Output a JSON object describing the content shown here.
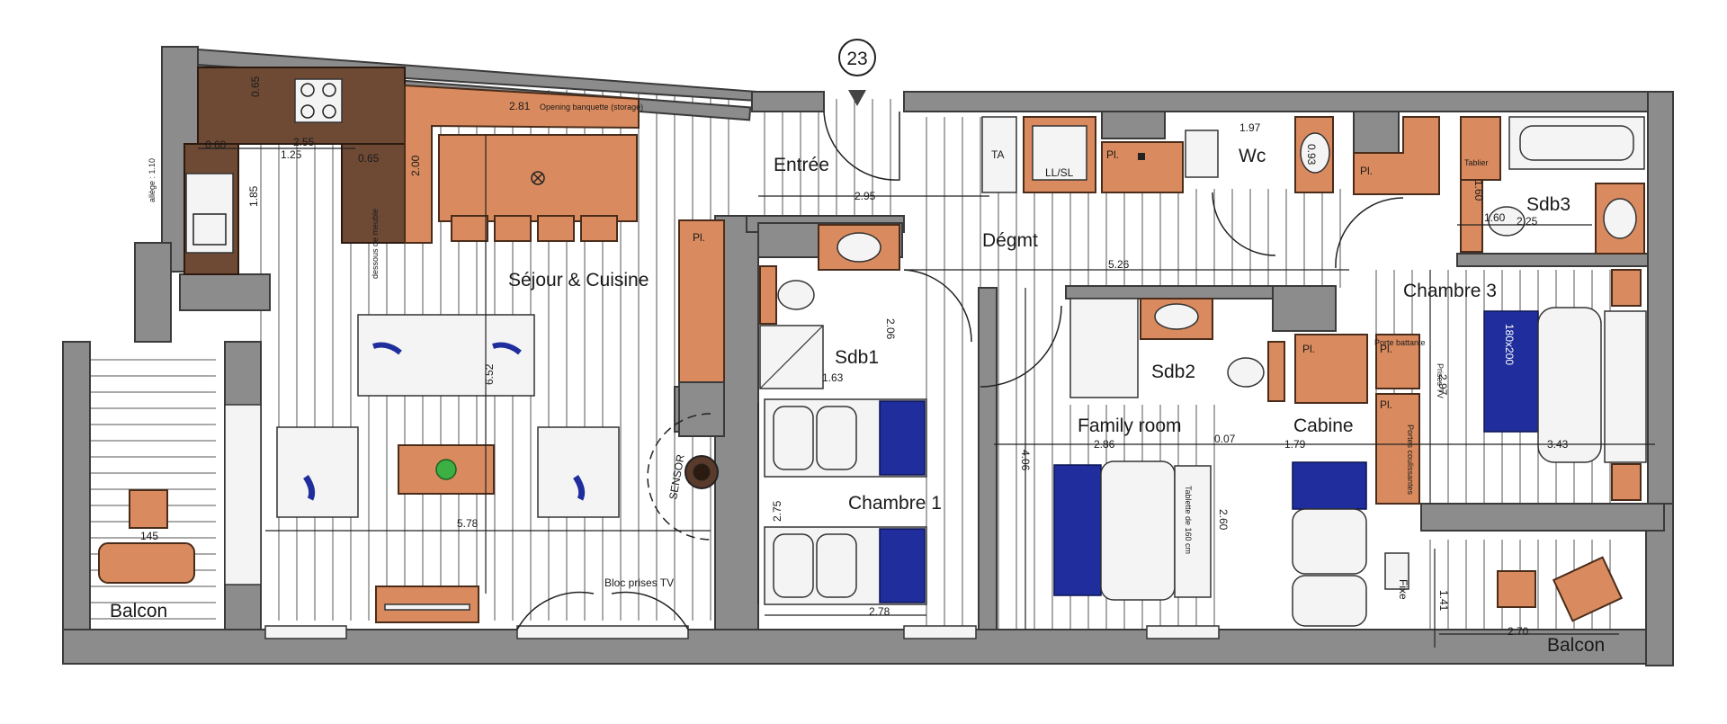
{
  "unit_number": "23",
  "rooms": {
    "sejour": "Séjour & Cuisine",
    "entree": "Entrée",
    "degmt": "Dégmt",
    "wc": "Wc",
    "sdb1": "Sdb1",
    "sdb2": "Sdb2",
    "sdb3": "Sdb3",
    "chambre1": "Chambre 1",
    "chambre3": "Chambre 3",
    "family_room": "Family room",
    "cabine": "Cabine",
    "balcon_left": "Balcon",
    "balcon_right": "Balcon"
  },
  "labels": {
    "ta": "TA",
    "pl": "Pl.",
    "ll_sl": "LL/SL",
    "tablier": "Tablier",
    "bloc_prises_tv": "Bloc prises TV",
    "sensor": "SENSOR",
    "fixe": "Fixe",
    "prises_tv": "Prises TV",
    "porte_battante": "Porte battante",
    "portes_coulissantes": "Portes coulissantes",
    "lit_180x200": "180x200",
    "tablette": "Tablette de 160 cm",
    "opening_banquette": "Opening banquette (storage)",
    "allege": "allège : 1.10",
    "dessous": "dessous de meuble"
  },
  "dimensions": {
    "d_281": "2.81",
    "d_065a": "0.65",
    "d_060": "0.60",
    "d_255": "2.55",
    "d_125": "1.25",
    "d_065b": "0.65",
    "d_200": "2.00",
    "d_185": "1.85",
    "d_295": "2.95",
    "d_652": "6.52",
    "d_578": "5.78",
    "d_145": "145",
    "d_206": "2.06",
    "d_163": "1.63",
    "d_275": "2.75",
    "d_278": "2.78",
    "d_526": "5.26",
    "d_197": "1.97",
    "d_093": "0.93",
    "d_160a": "1.60",
    "d_160b": "1.60",
    "d_225": "2.25",
    "d_286": "2.86",
    "d_007": "0.07",
    "d_179": "1.79",
    "d_343": "3.43",
    "d_297": "2.97",
    "d_406": "4.06",
    "d_260": "2.60",
    "d_141": "1.41",
    "d_270": "2.70"
  },
  "colors": {
    "wall": "#8c8c8c",
    "furniture": "#d98b5f",
    "bed_cover": "#1f2e9c",
    "kitchen": "#6e4a35"
  }
}
